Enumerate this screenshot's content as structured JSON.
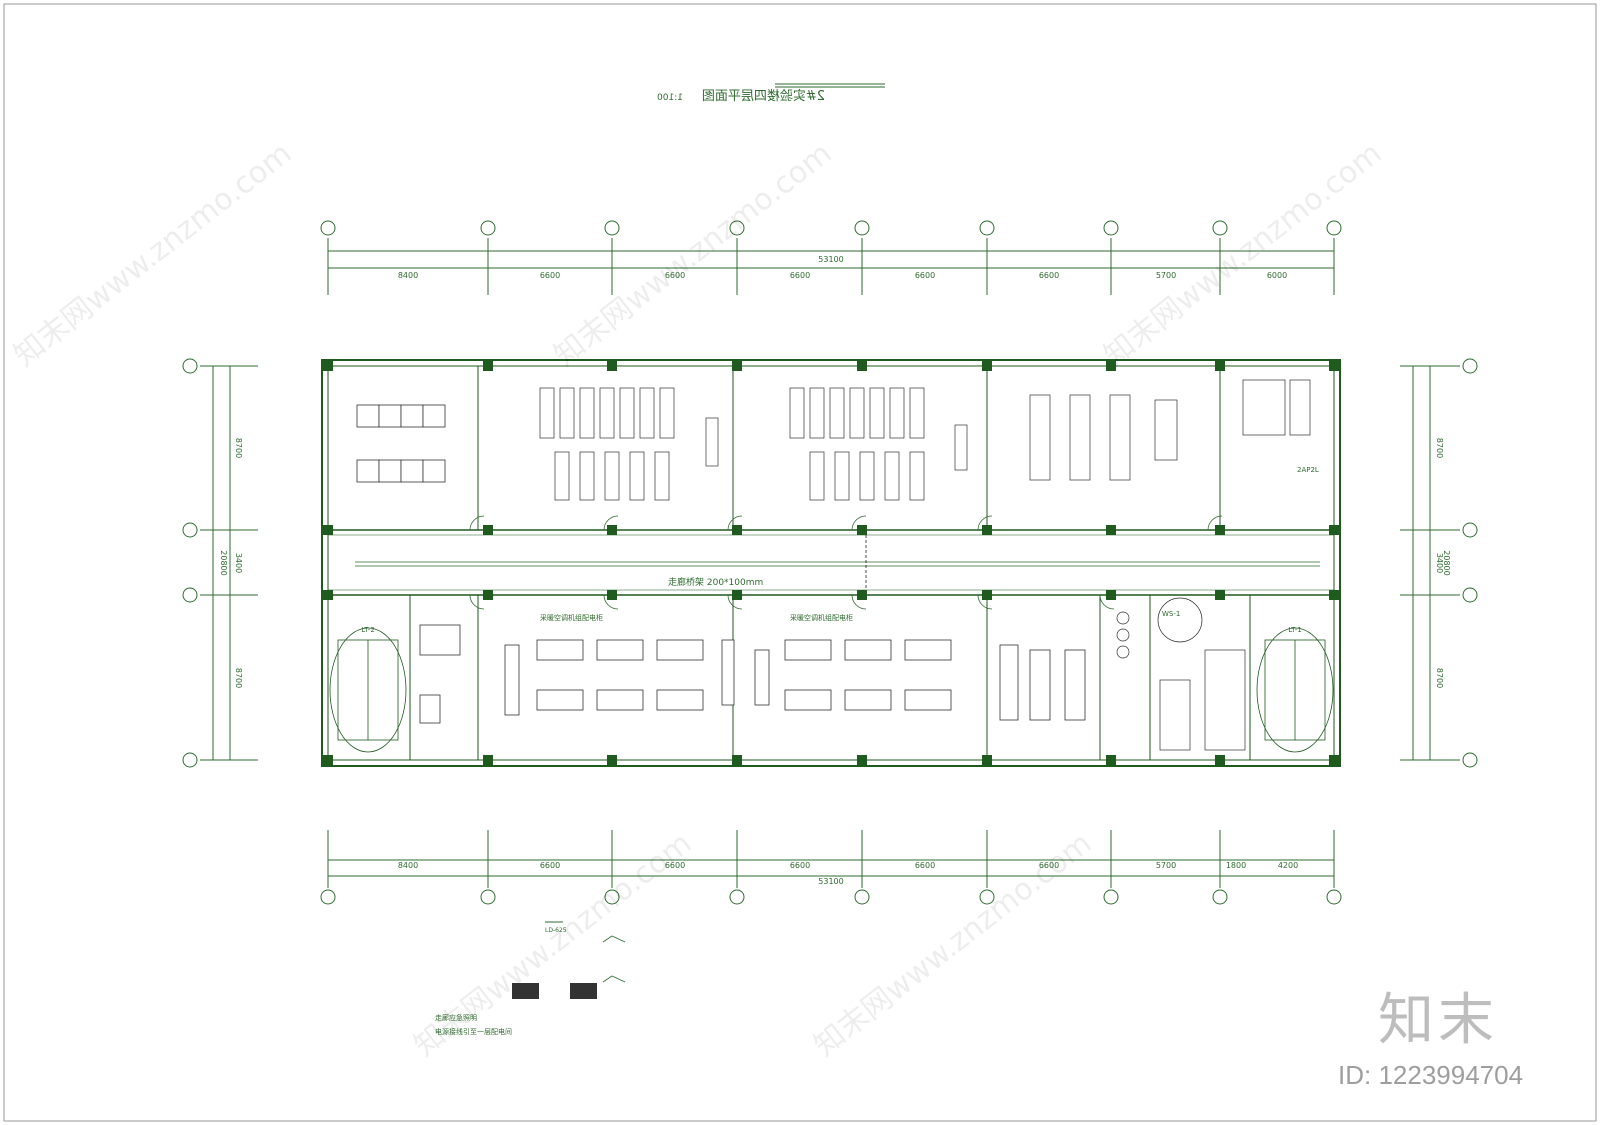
{
  "colors": {
    "line": "#2e6b2e",
    "wall": "#1f5a1f",
    "dark": "#333333"
  },
  "drawing": {
    "title_mirrored": "2#实验楼四层平面图",
    "scale": "1:100"
  },
  "axes": {
    "top_total": "53100",
    "top_spans": [
      "8400",
      "6600",
      "6600",
      "6600",
      "6600",
      "6600",
      "5700",
      "6000"
    ],
    "bottom_total": "53100",
    "bottom_spans": [
      "8400",
      "6600",
      "6600",
      "6600",
      "6600",
      "6600",
      "5700",
      "1800",
      "4200"
    ],
    "left_total": "20800",
    "left_spans": [
      "8700",
      "3400",
      "8700"
    ],
    "right_total": "20800",
    "right_spans": [
      "8700",
      "3400",
      "8700"
    ]
  },
  "labels": {
    "corridor_cable_tray": "走廊桥架 200*100mm",
    "stair_left": "LT-2",
    "stair_right": "LT-1",
    "panel_top_right": "2AP2L",
    "ws": "WS-1",
    "lab_ac_a": "采暖空调机组配电柜",
    "lab_ac_b": "采暖空调机组配电柜",
    "legend_tag": "LD-625",
    "note_1": "走廊应急照明",
    "note_2": "电源接线引至一层配电间"
  },
  "branding": {
    "logo": "知末",
    "id": "ID: 1223994704",
    "watermark": "知末网www.znzmo.com"
  }
}
